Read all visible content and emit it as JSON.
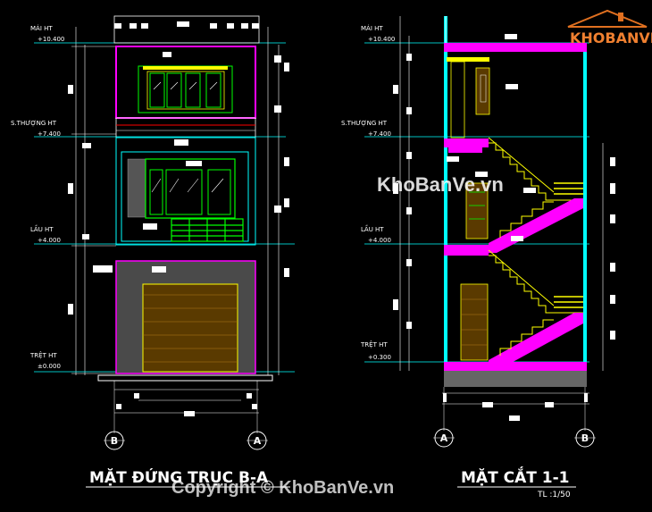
{
  "left_drawing": {
    "title": "MẶT ĐỨNG TRỤC B-A",
    "levels": [
      {
        "name": "MÁI HT",
        "value": "+10.400"
      },
      {
        "name": "S.THƯỢNG HT",
        "value": "+7.400"
      },
      {
        "name": "LẦU HT",
        "value": "+4.000"
      },
      {
        "name": "TRỆT HT",
        "value": "±0.000"
      }
    ],
    "axis_left": "B",
    "axis_right": "A"
  },
  "right_drawing": {
    "title": "MẶT CẮT 1-1",
    "scale": "TL :1/50",
    "levels": [
      {
        "name": "MÁI HT",
        "value": "+10.400"
      },
      {
        "name": "S.THƯỢNG HT",
        "value": "+7.400"
      },
      {
        "name": "LẦU HT",
        "value": "+4.000"
      },
      {
        "name": "TRỆT HT",
        "value": "+0.300"
      }
    ],
    "axis_left": "A",
    "axis_right": "B"
  },
  "watermarks": {
    "logo": "KHOBANVE",
    "center": "KhoBanVe.vn",
    "copyright": "Copyright © KhoBanVe.vn"
  },
  "colors": {
    "background": "#000000",
    "magenta": "#ff00ff",
    "cyan": "#00ffff",
    "yellow": "#ffff00",
    "green": "#00ff00",
    "white": "#ffffff"
  }
}
